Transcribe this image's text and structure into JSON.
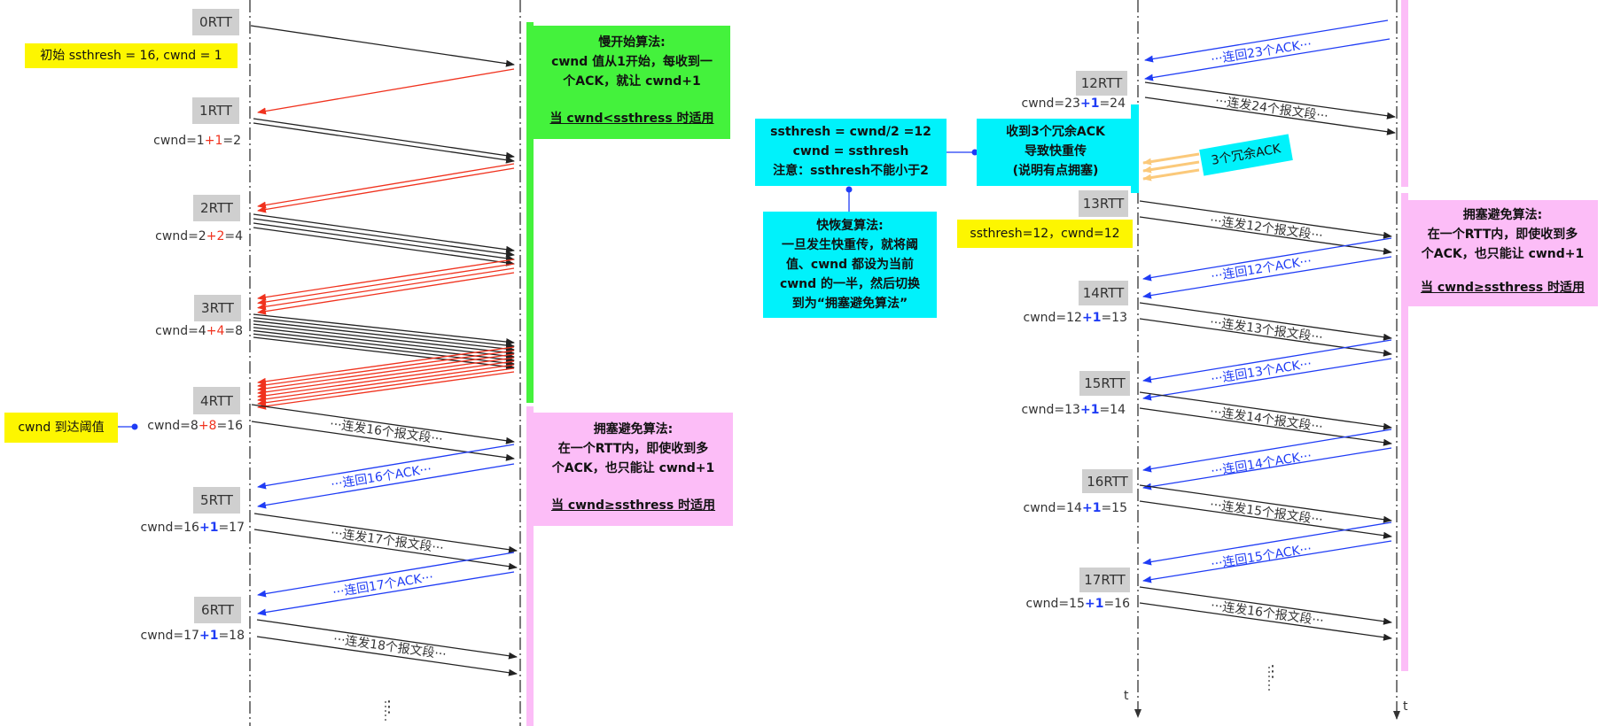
{
  "colors": {
    "send_arrow": "#222222",
    "slow_start_ack": "#f0321e",
    "ack_arrow": "#1f3cf5",
    "slow_start_box": "#44f23c",
    "congestion_avoid_box": "#fcbdf7",
    "fast_recovery_box": "#00f2fb",
    "note_box": "#fdf600",
    "dup_ack_arrow": "#fbc97a"
  },
  "left": {
    "init_note": "初始  ssthresh = 16, cwnd = 1",
    "threshold_note": "cwnd 到达阈值",
    "rtts": [
      {
        "label": "0RTT"
      },
      {
        "label": "1RTT",
        "cwnd_prefix": "cwnd=1",
        "cwnd_inc": "+1",
        "cwnd_suffix": "=2"
      },
      {
        "label": "2RTT",
        "cwnd_prefix": "cwnd=2",
        "cwnd_inc": "+2",
        "cwnd_suffix": "=4"
      },
      {
        "label": "3RTT",
        "cwnd_prefix": "cwnd=4",
        "cwnd_inc": "+4",
        "cwnd_suffix": "=8"
      },
      {
        "label": "4RTT",
        "cwnd_prefix": "cwnd=8",
        "cwnd_inc": "+8",
        "cwnd_suffix": "=16"
      },
      {
        "label": "5RTT",
        "cwnd_prefix": "cwnd=16",
        "cwnd_inc": "+1",
        "cwnd_suffix": "=17"
      },
      {
        "label": "6RTT",
        "cwnd_prefix": "cwnd=17",
        "cwnd_inc": "+1",
        "cwnd_suffix": "=18"
      }
    ],
    "arrow_labels": {
      "send16": "···连发16个报文段···",
      "ack16": "···连回16个ACK···",
      "send17": "···连发17个报文段···",
      "ack17": "···连回17个ACK···",
      "send18": "···连发18个报文段···"
    },
    "ellipsis": "⋮"
  },
  "slow_start": {
    "title": "慢开始算法:",
    "line1": "cwnd 值从1开始，每收到一",
    "line2": "个ACK，就让 cwnd+1",
    "condition": "当 cwnd<ssthress 时适用"
  },
  "congestion_avoidance": {
    "title": "拥塞避免算法:",
    "line1": "在一个RTT内，即使收到多",
    "line2": "个ACK，也只能让 cwnd+1",
    "condition": "当 cwnd≥ssthress 时适用"
  },
  "fast_recovery_calc": {
    "line1": "ssthresh = cwnd/2 =12",
    "line2": "cwnd = ssthresh",
    "line3": "注意：ssthresh不能小于2"
  },
  "fast_recovery": {
    "title": "快恢复算法:",
    "line1": "一旦发生快重传，就将阈",
    "line2": "值、cwnd 都设为当前",
    "line3": "cwnd 的一半，然后切换",
    "line4": "到为“拥塞避免算法”"
  },
  "fast_retransmit": {
    "line1": "收到3个冗余ACK",
    "line2": "导致快重传",
    "line3": "(说明有点拥塞)"
  },
  "dup_ack_label": "3个冗余ACK",
  "right": {
    "reset_note": "ssthresh=12，cwnd=12",
    "rtts": [
      {
        "label": "12RTT",
        "cwnd_prefix": "cwnd=23",
        "cwnd_inc": "+1",
        "cwnd_suffix": "=24"
      },
      {
        "label": "13RTT"
      },
      {
        "label": "14RTT",
        "cwnd_prefix": "cwnd=12",
        "cwnd_inc": "+1",
        "cwnd_suffix": "=13"
      },
      {
        "label": "15RTT",
        "cwnd_prefix": "cwnd=13",
        "cwnd_inc": "+1",
        "cwnd_suffix": "=14"
      },
      {
        "label": "16RTT",
        "cwnd_prefix": "cwnd=14",
        "cwnd_inc": "+1",
        "cwnd_suffix": "=15"
      },
      {
        "label": "17RTT",
        "cwnd_prefix": "cwnd=15",
        "cwnd_inc": "+1",
        "cwnd_suffix": "=16"
      }
    ],
    "arrow_labels": {
      "ack23": "···连回23个ACK···",
      "send24": "···连发24个报文段···",
      "send12": "···连发12个报文段···",
      "ack12": "···连回12个ACK···",
      "send13": "···连发13个报文段···",
      "ack13": "···连回13个ACK···",
      "send14": "···连发14个报文段···",
      "ack14": "···连回14个ACK···",
      "send15": "···连发15个报文段···",
      "ack15": "···连回15个ACK···",
      "send16": "···连发16个报文段···"
    },
    "time_label_sender": "t",
    "time_label_receiver": "t",
    "ellipsis": "⋮"
  }
}
